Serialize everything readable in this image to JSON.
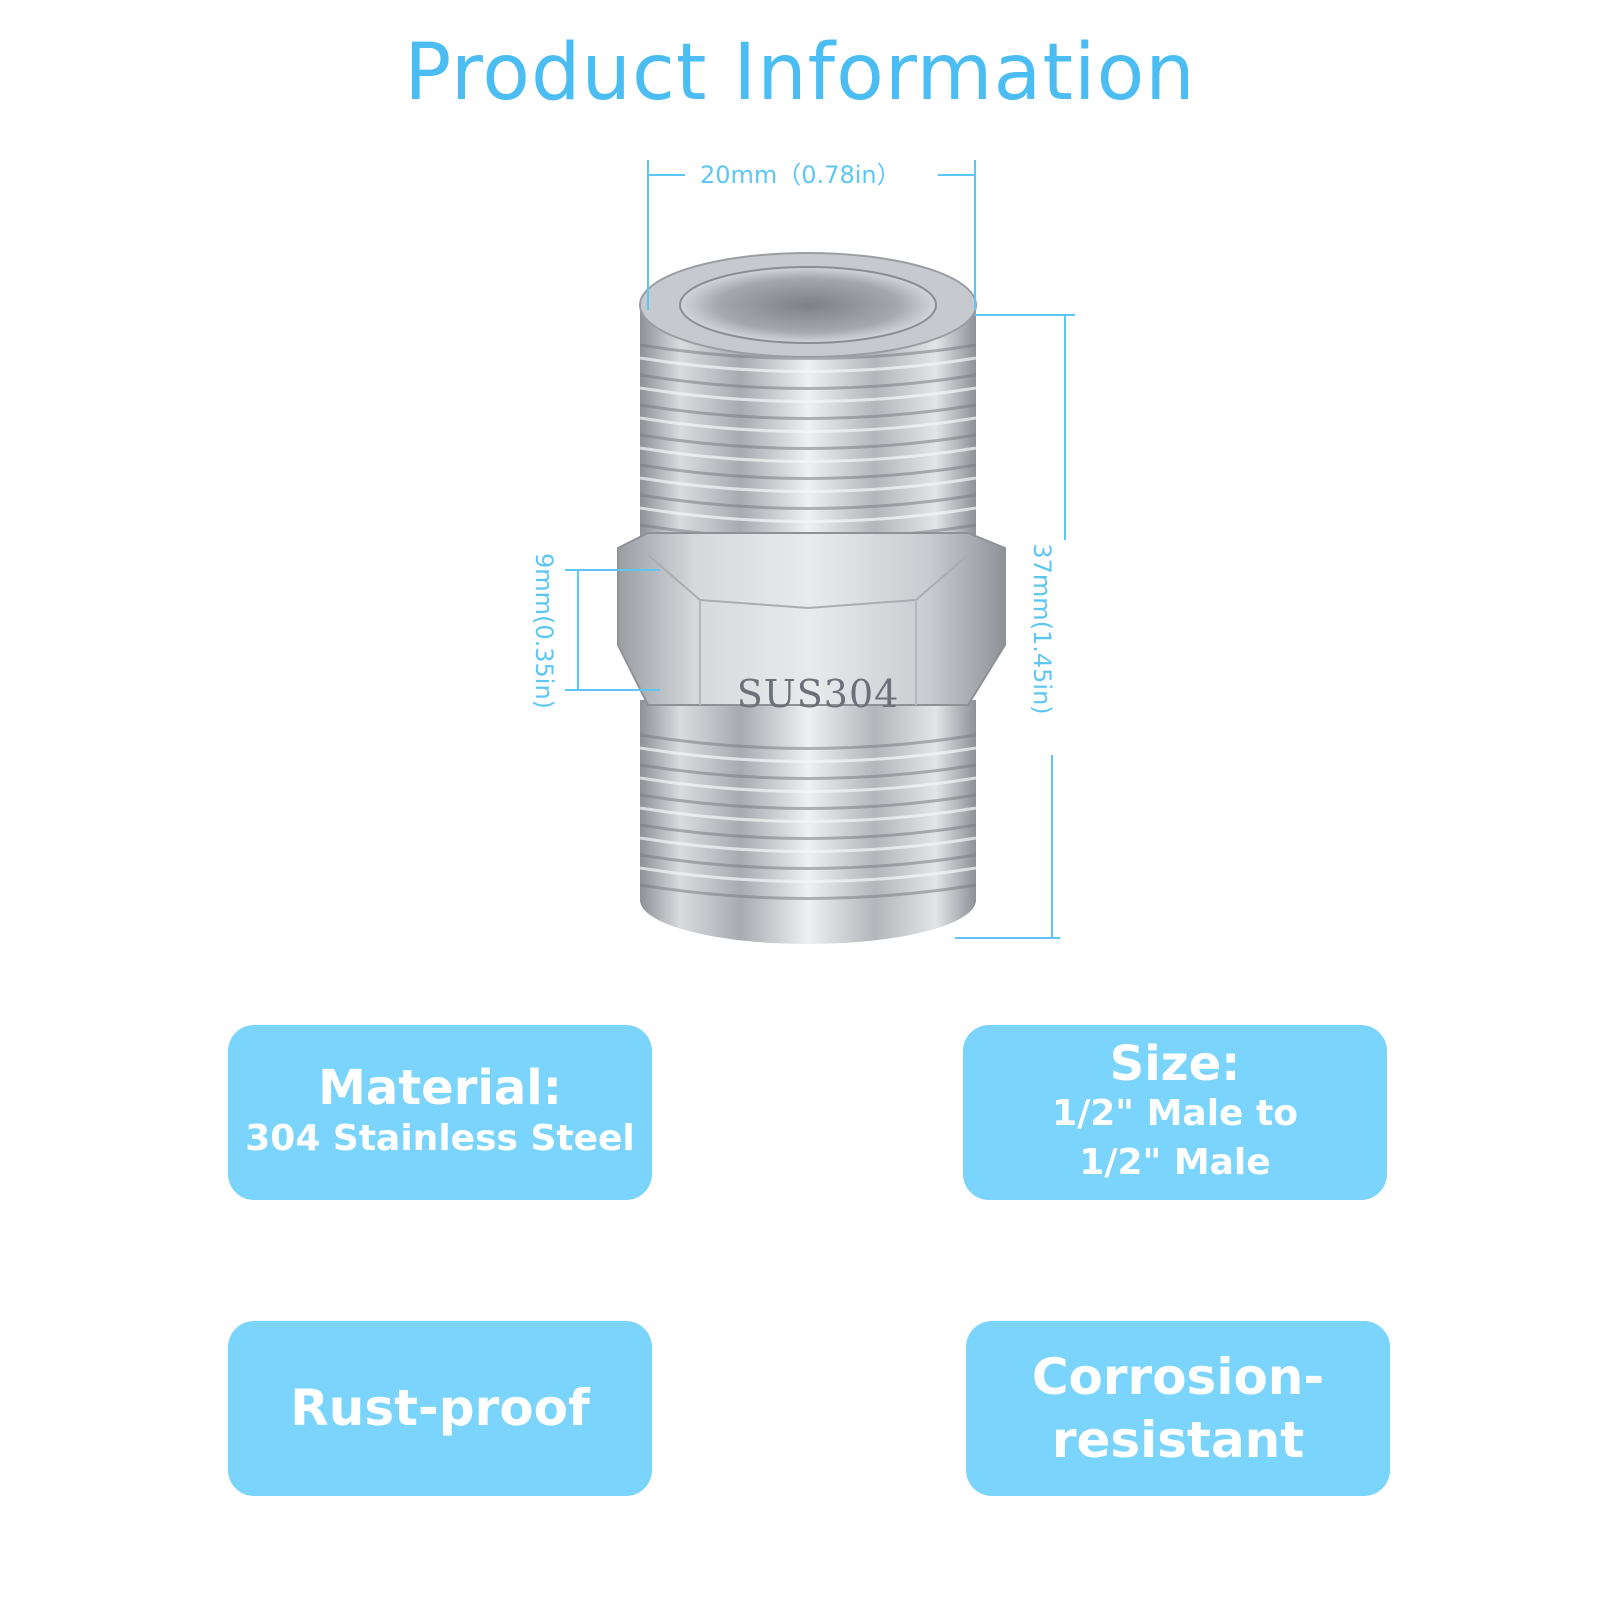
{
  "title": "Product Information",
  "dimensions": {
    "width": "20mm（0.78in）",
    "height": "37mm(1.45in)",
    "hex": "9mm(0.35in)"
  },
  "product_marking": "SUS304",
  "colors": {
    "accent": "#4bbdf2",
    "card_bg": "#7ad4fb",
    "card_text": "#ffffff",
    "metal": "#c8cacd"
  },
  "features": {
    "material": {
      "heading": "Material:",
      "value": "304 Stainless Steel"
    },
    "size": {
      "heading": "Size:",
      "line1": "1/2\" Male to",
      "line2": "1/2\" Male"
    },
    "rust": {
      "label": "Rust-proof"
    },
    "corrosion": {
      "line1": "Corrosion-",
      "line2": "resistant"
    }
  }
}
